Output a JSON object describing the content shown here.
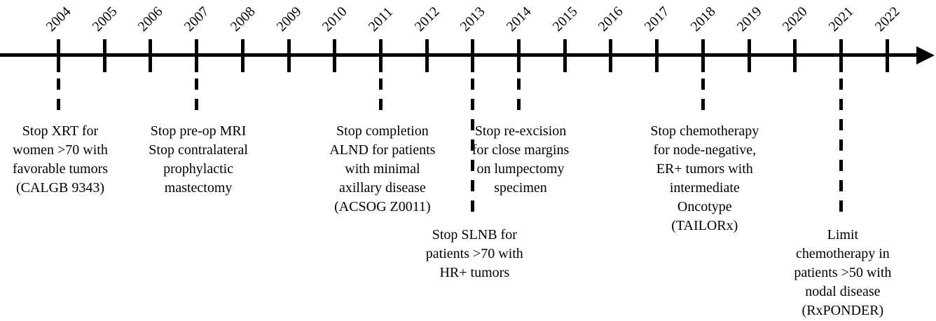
{
  "timeline": {
    "ink_color": "#000000",
    "background_color": "#ffffff",
    "years": [
      "2004",
      "2005",
      "2006",
      "2007",
      "2008",
      "2009",
      "2010",
      "2011",
      "2012",
      "2013",
      "2014",
      "2015",
      "2016",
      "2017",
      "2018",
      "2019",
      "2020",
      "2021",
      "2022"
    ],
    "events": [
      {
        "year": "2004",
        "tier": "upper",
        "label_lines": [
          "Stop XRT for",
          "women >70 with",
          "favorable tumors",
          "(CALGB 9343)"
        ]
      },
      {
        "year": "2007",
        "tier": "upper",
        "label_lines": [
          "Stop pre-op MRI",
          "Stop contralateral",
          "prophylactic",
          "mastectomy"
        ]
      },
      {
        "year": "2011",
        "tier": "upper",
        "label_lines": [
          "Stop completion",
          "ALND for patients",
          "with minimal",
          "axillary disease",
          "(ACSOG Z0011)"
        ]
      },
      {
        "year": "2013",
        "tier": "lower",
        "label_lines": [
          "Stop SLNB for",
          "patients >70 with",
          "HR+ tumors"
        ]
      },
      {
        "year": "2014",
        "tier": "upper",
        "label_lines": [
          "Stop re-excision",
          "for close margins",
          "on lumpectomy",
          "specimen"
        ]
      },
      {
        "year": "2018",
        "tier": "upper",
        "label_lines": [
          "Stop chemotherapy",
          "for node-negative,",
          "ER+ tumors with",
          "intermediate",
          "Oncotype",
          "(TAILORx)"
        ]
      },
      {
        "year": "2021",
        "tier": "lower",
        "label_lines": [
          "Limit",
          "chemotherapy in",
          "patients >50 with",
          "nodal disease",
          "(RxPONDER)"
        ]
      }
    ]
  }
}
